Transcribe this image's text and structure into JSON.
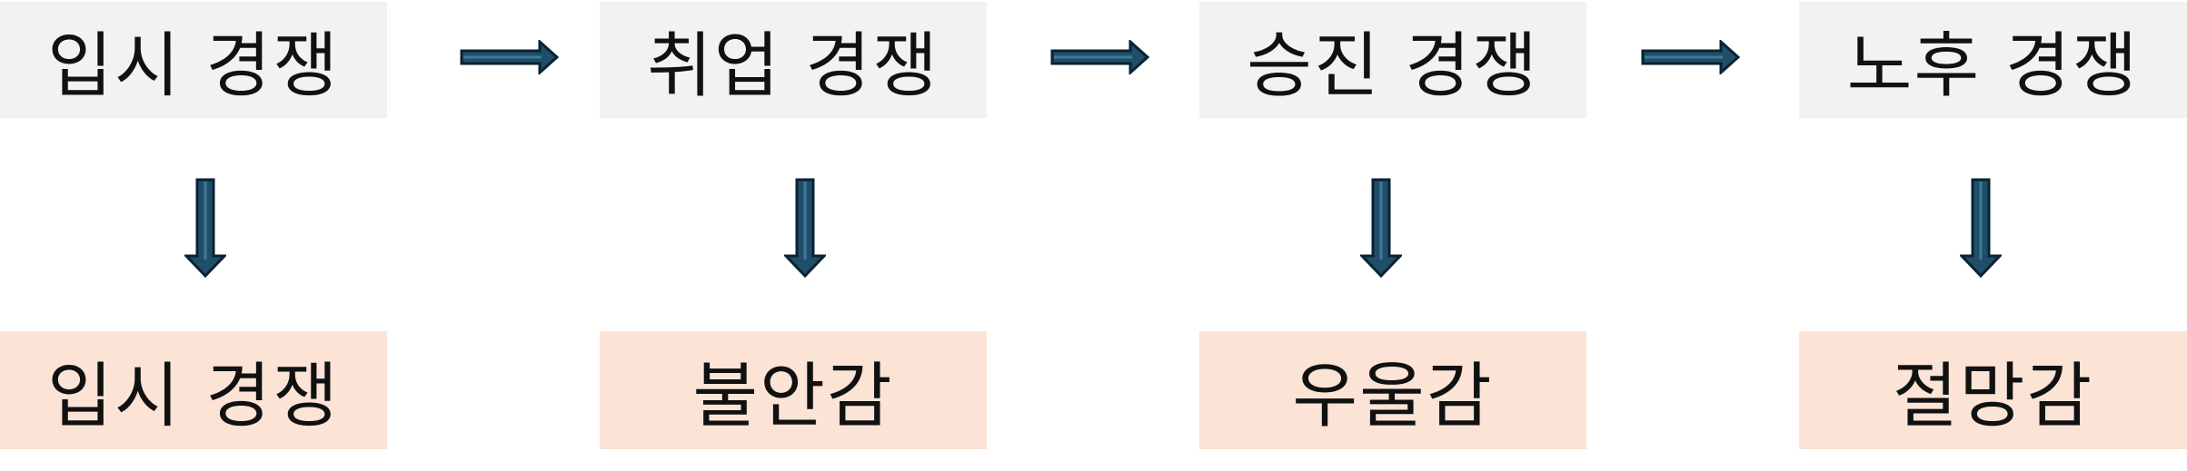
{
  "flow": {
    "stages": [
      {
        "top": "입시 경쟁",
        "bottom": "입시 경쟁"
      },
      {
        "top": "취업 경쟁",
        "bottom": "불안감"
      },
      {
        "top": "승진 경쟁",
        "bottom": "우울감"
      },
      {
        "top": "노후 경쟁",
        "bottom": "절망감"
      }
    ]
  },
  "colors": {
    "top_box": "#f2f2f2",
    "bottom_box": "#fbe3d6",
    "arrow_fill": "#1f4e69",
    "arrow_outline": "#0b2233"
  }
}
